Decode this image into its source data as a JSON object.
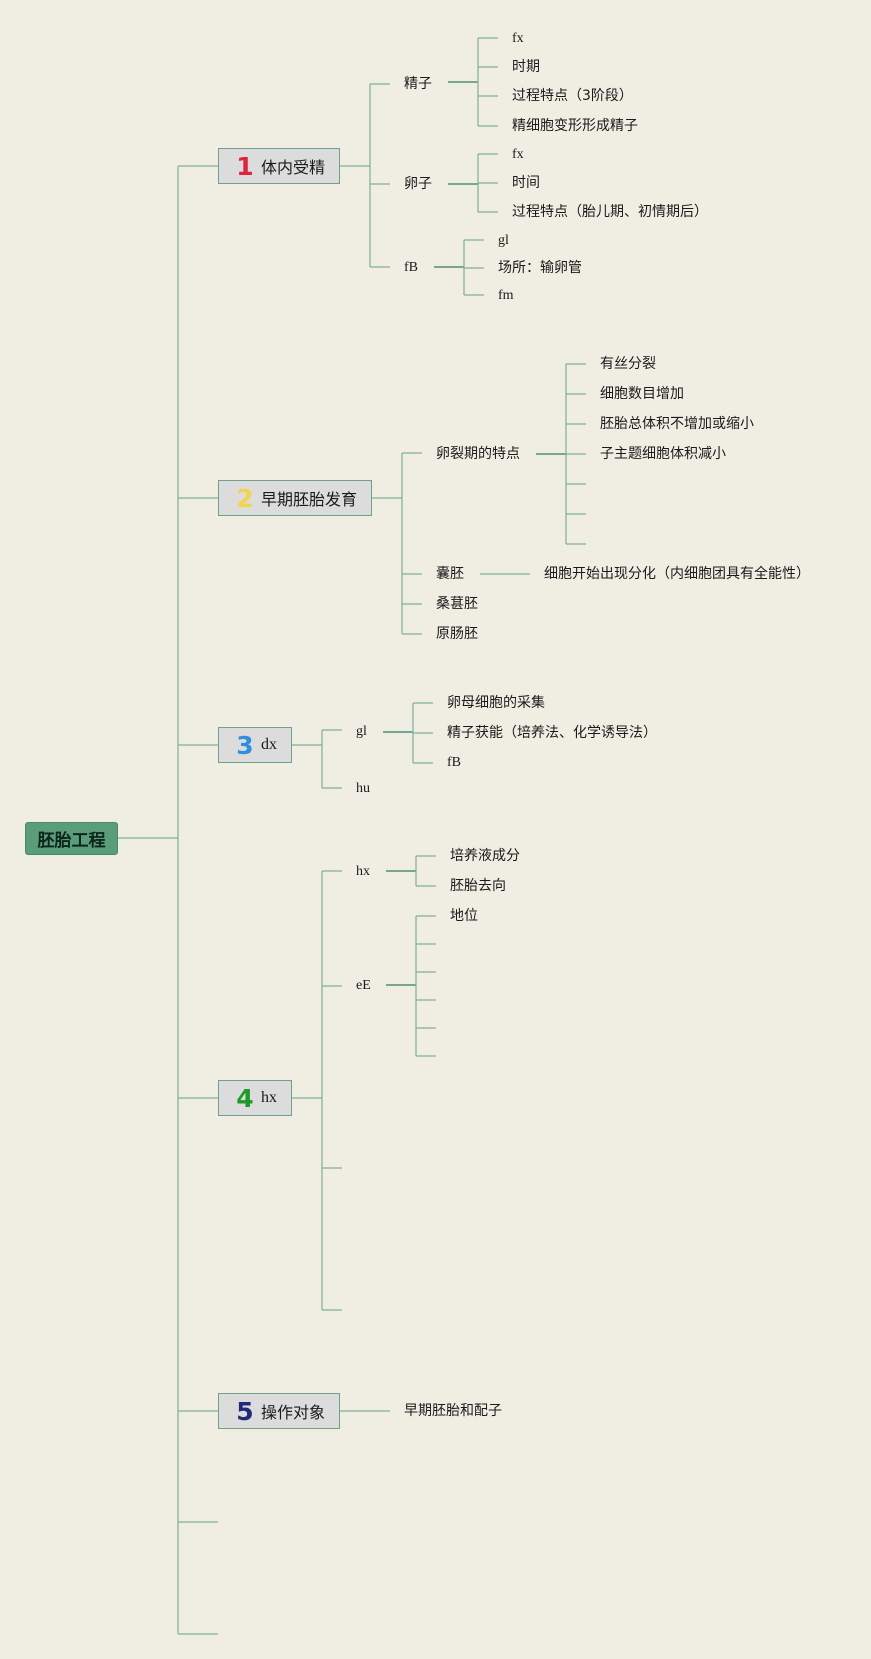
{
  "root": {
    "label": "胚胎工程"
  },
  "colors": {
    "line": "#7fae98",
    "num1": "#e0233c",
    "num2": "#f2d34a",
    "num3": "#2f8ee0",
    "num4": "#1f9a2a",
    "num5": "#1e2a7a"
  },
  "branches": [
    {
      "number": "1",
      "label": "体内受精",
      "children": [
        {
          "label": "精子",
          "children": [
            "fx",
            "时期",
            "过程特点（3阶段）",
            "精细胞变形形成精子"
          ]
        },
        {
          "label": "卵子",
          "children": [
            "fx",
            "时间",
            "过程特点（胎儿期、初情期后）"
          ]
        },
        {
          "label": "fB",
          "children": [
            "gl",
            "场所：输卵管",
            "fm"
          ]
        }
      ]
    },
    {
      "number": "2",
      "label": "早期胚胎发育",
      "children": [
        {
          "label": "卵裂期的特点",
          "children": [
            "有丝分裂",
            "细胞数目增加",
            "胚胎总体积不增加或缩小",
            "子主题细胞体积减小"
          ]
        },
        {
          "label": "囊胚",
          "children": [
            "细胞开始出现分化（内细胞团具有全能性）"
          ]
        },
        {
          "label": "桑葚胚"
        },
        {
          "label": "原肠胚"
        }
      ]
    },
    {
      "number": "3",
      "label": "dx",
      "children": [
        {
          "label": "gl",
          "children": [
            "卵母细胞的采集",
            "精子获能（培养法、化学诱导法）",
            "fB"
          ]
        },
        {
          "label": "hu"
        }
      ]
    },
    {
      "number": "4",
      "label": "hx",
      "children": [
        {
          "label": "hx",
          "children": [
            "培养液成分",
            "胚胎去向"
          ]
        },
        {
          "label": "eE",
          "children": [
            "地位"
          ]
        }
      ]
    },
    {
      "number": "5",
      "label": "操作对象",
      "children": [
        {
          "label": "早期胚胎和配子"
        }
      ]
    }
  ]
}
